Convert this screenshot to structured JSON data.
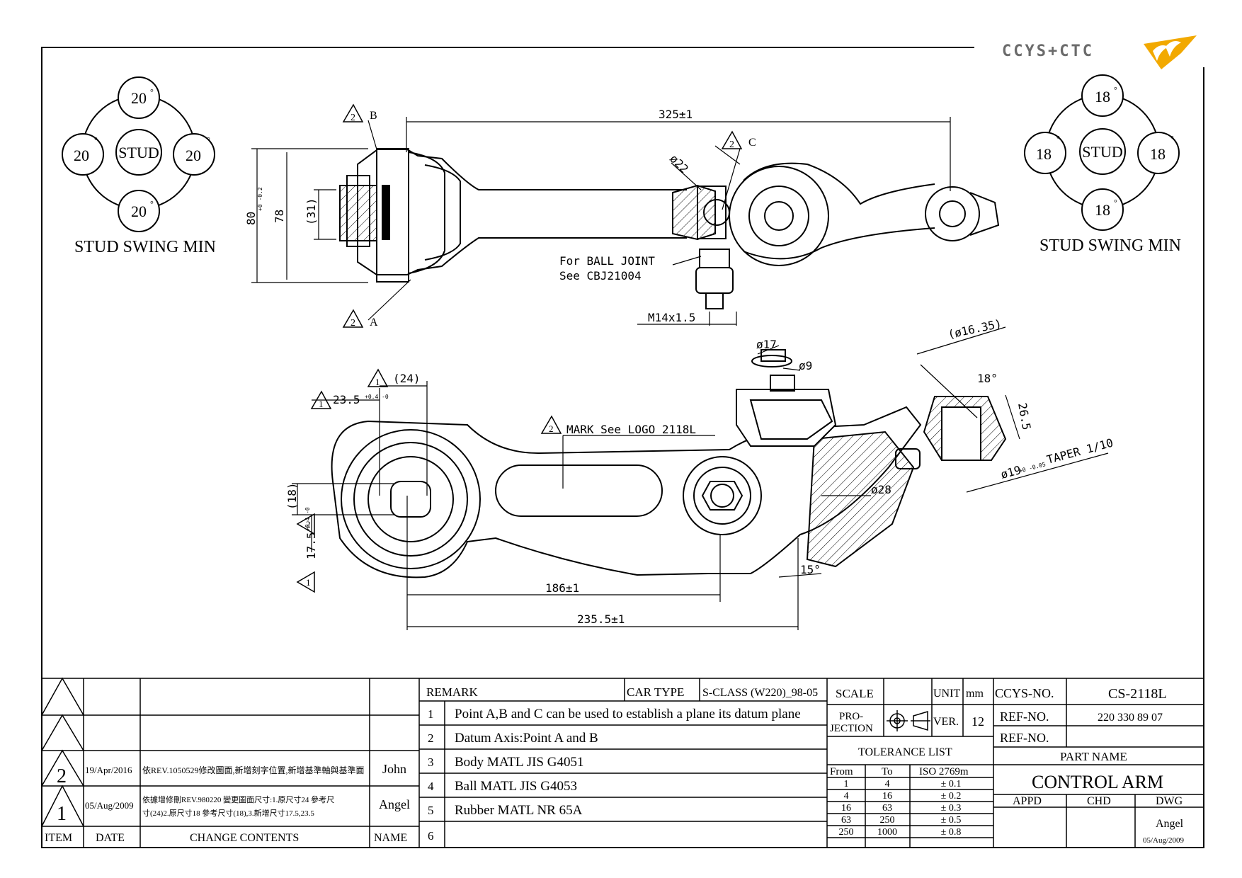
{
  "logo": {
    "text": "CCYS+CTC",
    "color_grey": "#6b6b6b",
    "color_accent": "#f2a900"
  },
  "stud_swing_left": {
    "values": [
      "20",
      "20",
      "20",
      "20"
    ],
    "center": "STUD",
    "caption": "STUD SWING MIN"
  },
  "stud_swing_right": {
    "values": [
      "18",
      "18",
      "18",
      "18"
    ],
    "center": "STUD",
    "caption": "STUD SWING MIN"
  },
  "top_view": {
    "dim_length": "325±1",
    "dim_80": "80",
    "dim_80_tol": "+0 -0.2",
    "dim_78": "78",
    "dim_31": "(31)",
    "dim_d22": "ø22",
    "label_a": "A",
    "label_b": "B",
    "label_c": "C",
    "datum_num": "2",
    "ball_joint_line1": "For BALL JOINT",
    "ball_joint_line2": "See CBJ21004",
    "thread": "M14x1.5"
  },
  "front_view": {
    "dim_24": "(24)",
    "dim_235": "23.5",
    "dim_235_tol": "+0.4 -0",
    "dim_18": "(18)",
    "dim_175": "17.5",
    "dim_175_tol": "+0.4 -0",
    "mark": "MARK See LOGO 2118L",
    "dim_d17": "ø17",
    "dim_d9": "ø9",
    "dim_d1635": "(ø16.35)",
    "angle_18": "18°",
    "dim_265": "26.5",
    "dim_d19": "ø19",
    "dim_d19_tol": "+0 -0.05",
    "taper": "TAPER 1/10",
    "dim_d28": "ø28",
    "angle_15": "15°",
    "dim_186": "186±1",
    "dim_2355": "235.5±1",
    "datum_1": "1",
    "datum_2": "2"
  },
  "revision": {
    "headers": {
      "item": "ITEM",
      "date": "DATE",
      "change": "CHANGE CONTENTS",
      "name": "NAME"
    },
    "rows": [
      {
        "item": "2",
        "date": "19/Apr/2016",
        "change": "依REV.1050529修改圖面,新增刻字位置,新增基準軸與基準面",
        "name": "John"
      },
      {
        "item": "1",
        "date": "05/Aug/2009",
        "change1": "依據增修刪REV.980220 變更圖面尺寸:1.原尺寸24 參考尺",
        "change2": "寸(24)2.原尺寸18 參考尺寸(18),3.新增尺寸17.5,23.5",
        "name": "Angel"
      }
    ]
  },
  "remarks": {
    "label": "REMARK",
    "car_type_label": "CAR TYPE",
    "car_type": "S-CLASS (W220)_98-05",
    "items": [
      {
        "no": "1",
        "text": "Point A,B and C can be used to establish a plane its datum plane"
      },
      {
        "no": "2",
        "text": "Datum Axis:Point A and B"
      },
      {
        "no": "3",
        "text": "Body MATL JIS G4051"
      },
      {
        "no": "4",
        "text": "Ball MATL JIS G4053"
      },
      {
        "no": "5",
        "text": "Rubber MATL NR 65A"
      },
      {
        "no": "6",
        "text": ""
      }
    ]
  },
  "title_block": {
    "scale_label": "SCALE",
    "unit_label": "UNIT",
    "unit": "mm",
    "projection_label1": "PRO-",
    "projection_label2": "JECTION",
    "ver_label": "VER.",
    "ver": "12",
    "tolerance_title": "TOLERANCE LIST",
    "tol_headers": [
      "From",
      "To",
      "ISO 2769m"
    ],
    "tol_rows": [
      [
        "1",
        "4",
        "± 0.1"
      ],
      [
        "4",
        "16",
        "± 0.2"
      ],
      [
        "16",
        "63",
        "± 0.3"
      ],
      [
        "63",
        "250",
        "± 0.5"
      ],
      [
        "250",
        "1000",
        "± 0.8"
      ]
    ],
    "ccys_no_label": "CCYS-NO.",
    "ccys_no": "CS-2118L",
    "ref_no_label": "REF-NO.",
    "ref_no": "220 330 89 07",
    "ref_no2_label": "REF-NO.",
    "ref_no2": "",
    "part_name_label": "PART NAME",
    "part_name": "CONTROL ARM",
    "appd": "APPD",
    "chd": "CHD",
    "dwg": "DWG",
    "dwg_name": "Angel",
    "dwg_date": "05/Aug/2009"
  }
}
